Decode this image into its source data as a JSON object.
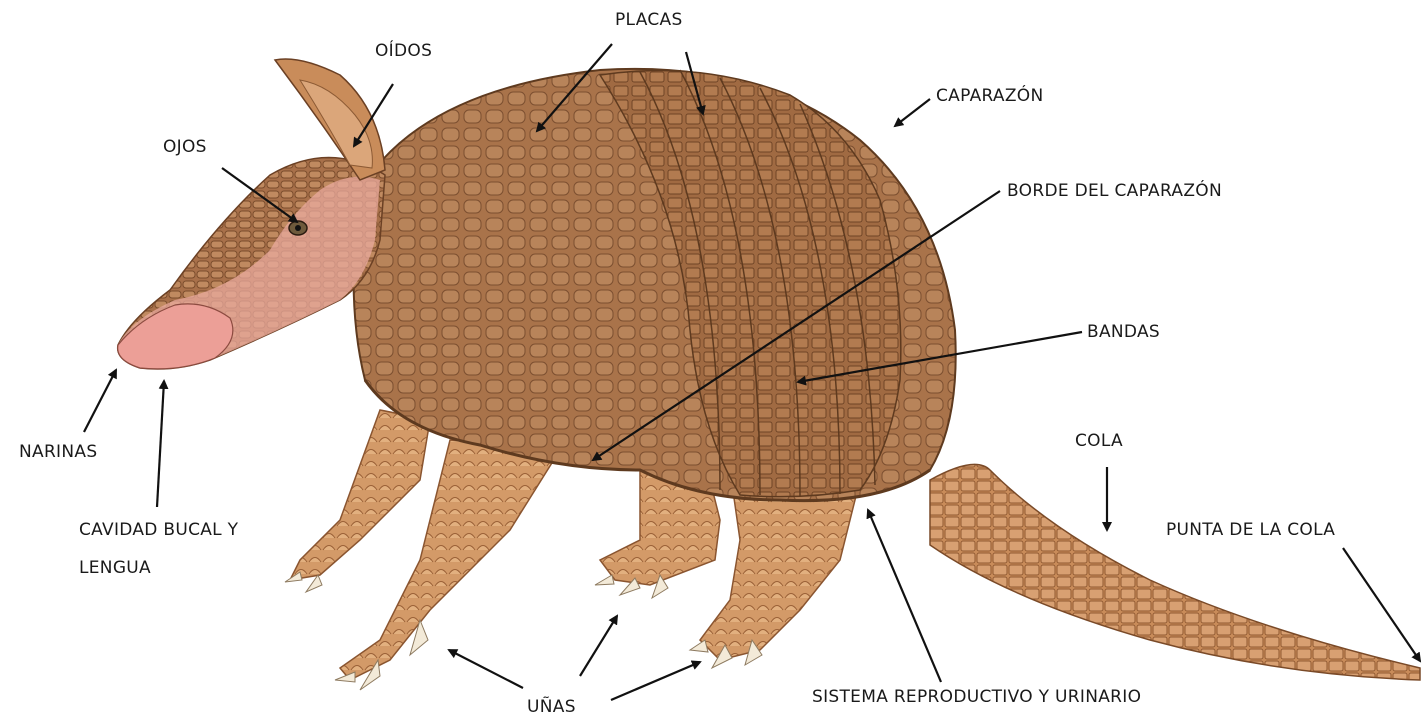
{
  "labels": {
    "placas": "PLACAS",
    "oidos": "OÍDOS",
    "caparazon": "CAPARAZÓN",
    "ojos": "OJOS",
    "borde": "BORDE DEL CAPARAZÓN",
    "bandas": "BANDAS",
    "narinas": "NARINAS",
    "cavidad_line1": "CAVIDAD BUCAL Y",
    "cavidad_line2": "LENGUA",
    "cola": "COLA",
    "punta": "PUNTA DE LA COLA",
    "unas": "UÑAS",
    "sistema": "SISTEMA REPRODUCTIVO Y URINARIO"
  },
  "colors": {
    "shell": "#a9734a",
    "shell_dark": "#7c4f30",
    "skin": "#e9a99d",
    "leg": "#d9a170",
    "claw": "#f3ead8",
    "line": "#111111"
  }
}
